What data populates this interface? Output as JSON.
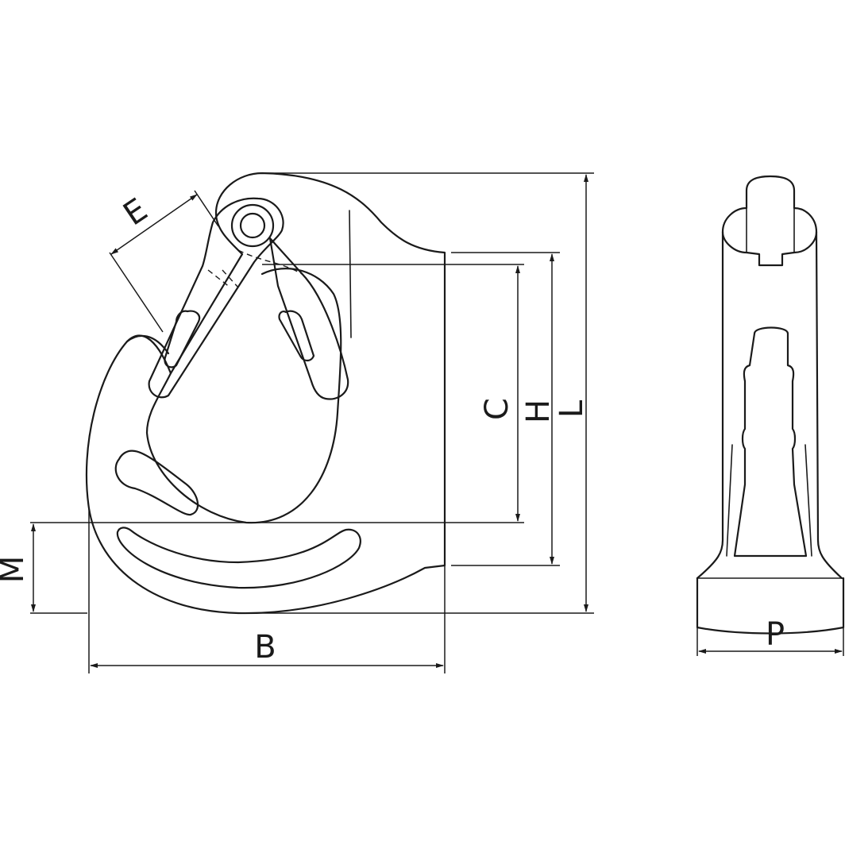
{
  "diagram": {
    "dimension_labels": {
      "E": "E",
      "C": "C",
      "H": "H",
      "L": "L",
      "M": "M",
      "B": "B",
      "P": "P"
    },
    "line_color": "#1a1a1a",
    "background_color": "#ffffff"
  }
}
